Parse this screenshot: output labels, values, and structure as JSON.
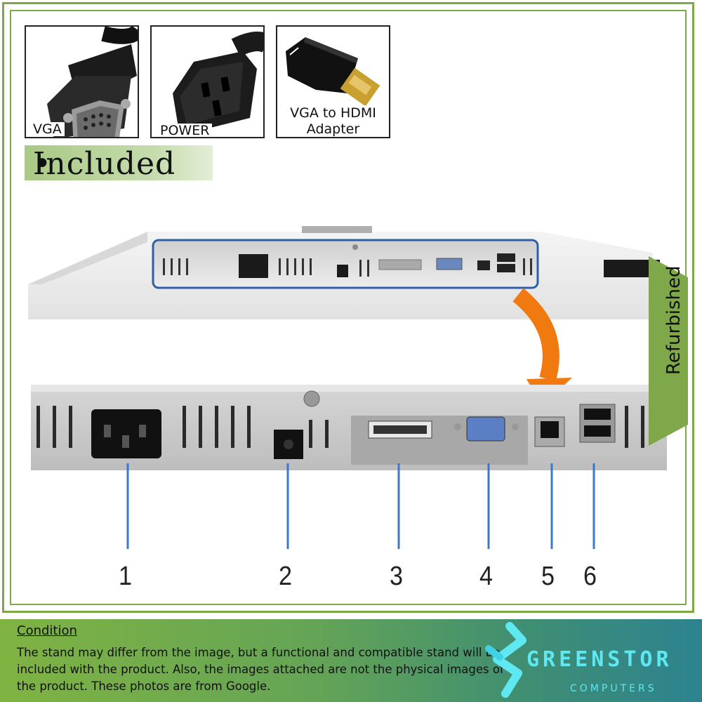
{
  "included": {
    "bullet": "•",
    "title": "Included",
    "cards": [
      {
        "label": "VGA"
      },
      {
        "label": "POWER"
      },
      {
        "label_line1": "VGA to HDMI",
        "label_line2": "Adapter"
      }
    ]
  },
  "callouts": [
    "1",
    "2",
    "3",
    "4",
    "5",
    "6"
  ],
  "badge": {
    "text": "Refurbished"
  },
  "condition": {
    "title": "Condition",
    "text": "The stand may differ from the image, but a functional and compatible stand will be included with the product. Also, the images attached are not the physical images of the product. These photos are from Google."
  },
  "brand": {
    "name": "GREENSTOR",
    "sub": "COMPUTERS"
  },
  "colors": {
    "frame": "#7ea84a",
    "arrow": "#f07a10",
    "brand": "#5ee8f2",
    "callout_line": "#3c78c8"
  }
}
